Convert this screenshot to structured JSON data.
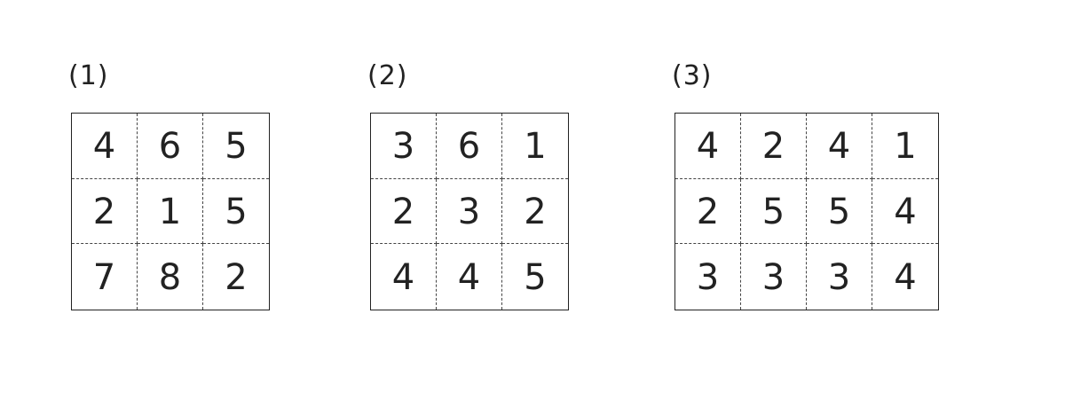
{
  "puzzles": [
    {
      "label": "(1)",
      "rows": [
        [
          "4",
          "6",
          "5"
        ],
        [
          "2",
          "1",
          "5"
        ],
        [
          "7",
          "8",
          "2"
        ]
      ]
    },
    {
      "label": "(2)",
      "rows": [
        [
          "3",
          "6",
          "1"
        ],
        [
          "2",
          "3",
          "2"
        ],
        [
          "4",
          "4",
          "5"
        ]
      ]
    },
    {
      "label": "(3)",
      "rows": [
        [
          "4",
          "2",
          "4",
          "1"
        ],
        [
          "2",
          "5",
          "5",
          "4"
        ],
        [
          "3",
          "3",
          "3",
          "4"
        ]
      ]
    }
  ]
}
